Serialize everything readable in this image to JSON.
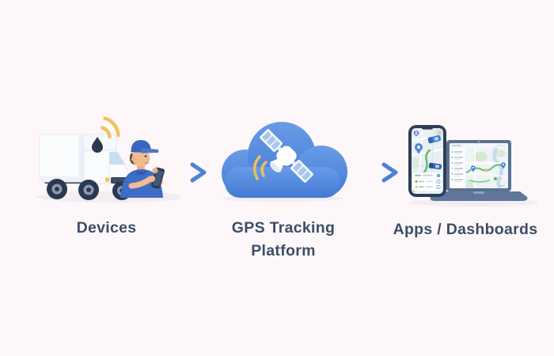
{
  "meta": {
    "title": "GPS tracking system flow illustration"
  },
  "colors": {
    "background": "#fdf7f9",
    "label_text": "#3c4d69",
    "arrow_blue": "#4c82d6",
    "cloud_blue": "#4379d2",
    "cloud_blue_light": "#689ce8",
    "signal_yellow": "#efc25f",
    "device_navy": "#2c3a52",
    "shirt_blue": "#3f6dc6",
    "route_green": "#68bd6d",
    "map_background": "#e9eff3"
  },
  "nodes": [
    {
      "id": "devices",
      "label": "Devices",
      "illustration": "truck-with-gps-tracker-and-driver"
    },
    {
      "id": "platform",
      "label_line1": "GPS Tracking",
      "label_line2": "Platform",
      "illustration": "cloud-with-satellite"
    },
    {
      "id": "apps",
      "label": "Apps / Dashboards",
      "illustration": "smartphone-and-laptop-with-maps"
    }
  ],
  "connectors": [
    {
      "from": "devices",
      "to": "platform",
      "direction": "right"
    },
    {
      "from": "platform",
      "to": "apps",
      "direction": "right"
    }
  ]
}
